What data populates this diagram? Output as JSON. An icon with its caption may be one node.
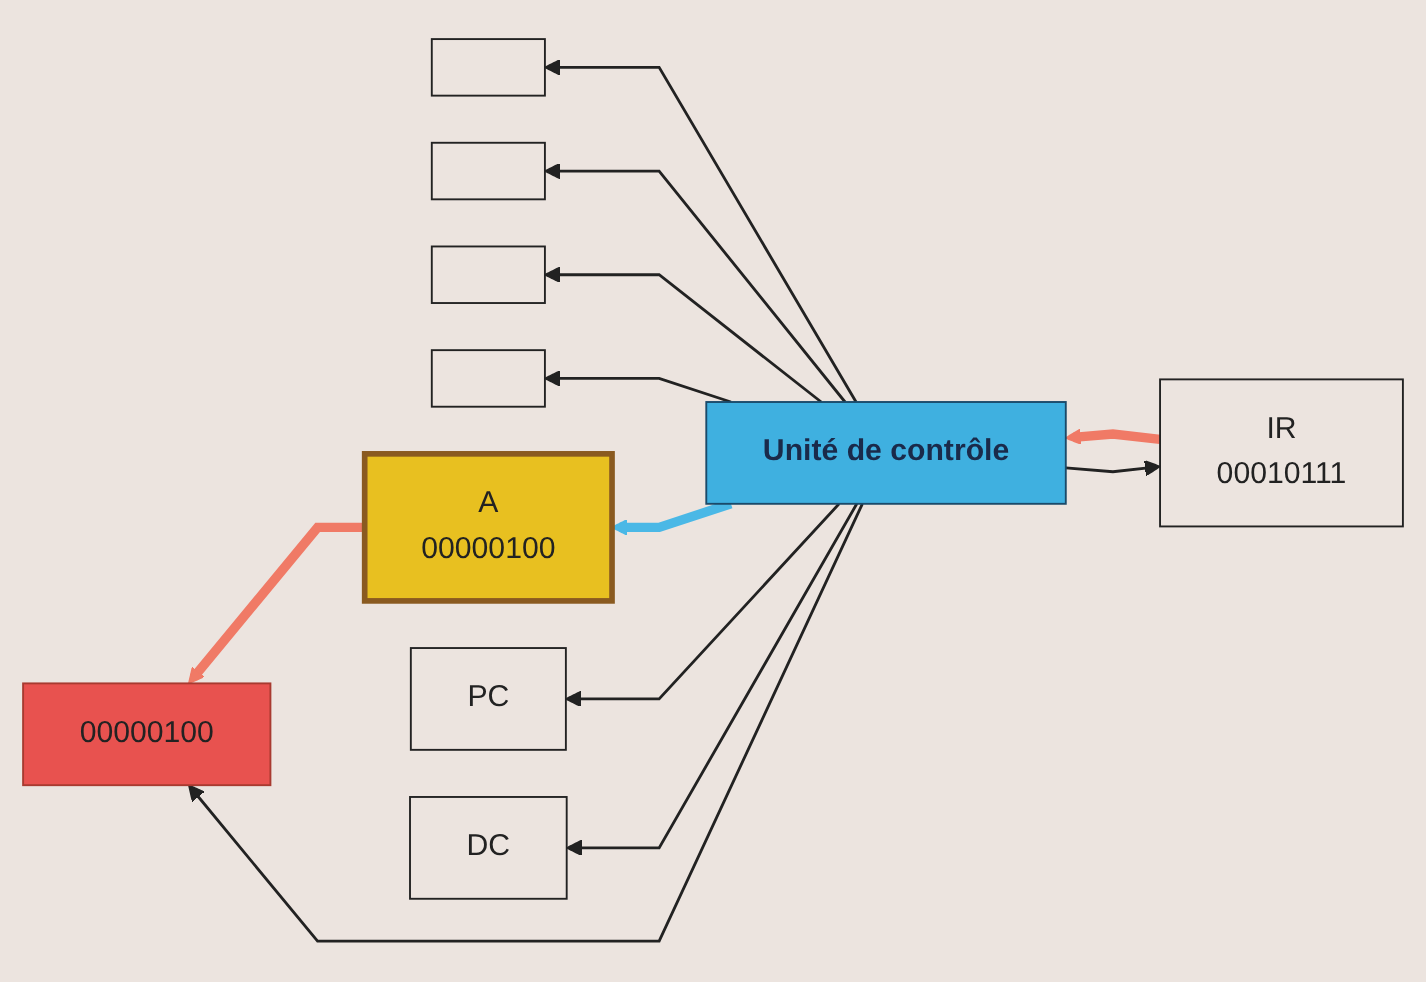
{
  "diagram": {
    "nodes": [
      {
        "text": [
          "00000100"
        ]
      },
      {
        "text": [],
        "shape": "box"
      },
      {
        "text": [],
        "shape": "box"
      },
      {
        "text": [],
        "shape": "box"
      },
      {
        "text": [],
        "shape": "box"
      },
      {
        "text": [
          "A",
          "00000100"
        ]
      },
      {
        "text": [
          "PC"
        ]
      },
      {
        "text": [
          "DC"
        ]
      },
      {
        "text": [
          "IR",
          "00010111"
        ]
      },
      {
        "text": [
          "Unité de contrôle"
        ]
      }
    ],
    "edges": [
      {
        "from": 5,
        "to": 0,
        "arrow": "to",
        "style": "thick",
        "color": "#f07a66"
      },
      {
        "from": 8,
        "to": 9,
        "arrow": "to",
        "style": "thick",
        "color": "#f07a66"
      },
      {
        "from": 9,
        "to": 5,
        "arrow": "to",
        "style": "thick",
        "color": "#4ab8e6"
      },
      {
        "from": 9,
        "to": 6,
        "arrow": "to"
      },
      {
        "from": 9,
        "to": 7,
        "arrow": "to"
      },
      {
        "from": 9,
        "to": 8,
        "arrow": "to"
      },
      {
        "from": 9,
        "to": 0,
        "arrow": "to"
      },
      {
        "from": 9,
        "to": 1,
        "arrow": "to"
      },
      {
        "from": 9,
        "to": 2,
        "arrow": "to"
      },
      {
        "from": 9,
        "to": 3,
        "arrow": "to"
      },
      {
        "from": 9,
        "to": 4,
        "arrow": "to"
      }
    ]
  }
}
